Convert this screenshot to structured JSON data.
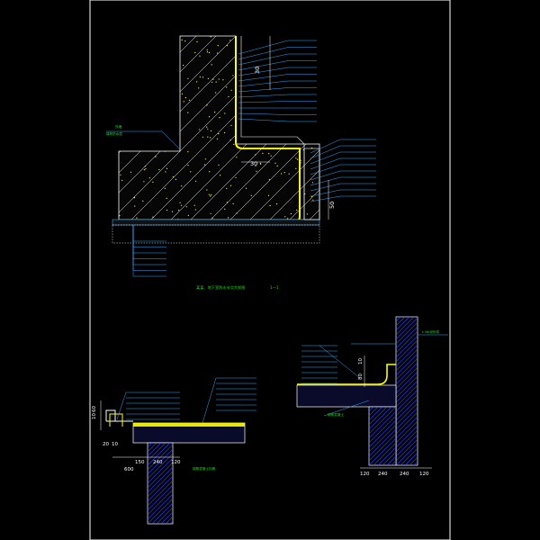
{
  "colors": {
    "background": "#000000",
    "frame": "#ffffff",
    "concrete": "#ffffff",
    "leader": "#33aaff",
    "label": "#22dd22",
    "membrane": "#ffff00",
    "hatch_wall": "#3344ff",
    "dimension": "#ffffff"
  },
  "detail_top": {
    "title": "某某、地下室防水节点大样图",
    "section_mark": "1—1",
    "dims": {
      "wall_step": "30",
      "corner_step": "30",
      "base_width": "50"
    },
    "left_labels": [
      "外墙",
      "建筑防水层"
    ]
  },
  "detail_left": {
    "dims": {
      "top_a": "60",
      "top_b": "10",
      "side_a": "20",
      "side_b": "10",
      "bottom_a": "150",
      "bottom_b": "240",
      "bottom_c": "120",
      "bottom_total": "600"
    },
    "bottom_label": "钢筋混凝土挡墙"
  },
  "detail_right": {
    "dims": {
      "top_a": "10",
      "top_b": "80",
      "bottom_a": "120",
      "bottom_b": "240",
      "bottom_c": "240",
      "bottom_d": "120"
    },
    "top_label": "1:3水泥砂浆",
    "left_label": "钢筋混凝土"
  }
}
